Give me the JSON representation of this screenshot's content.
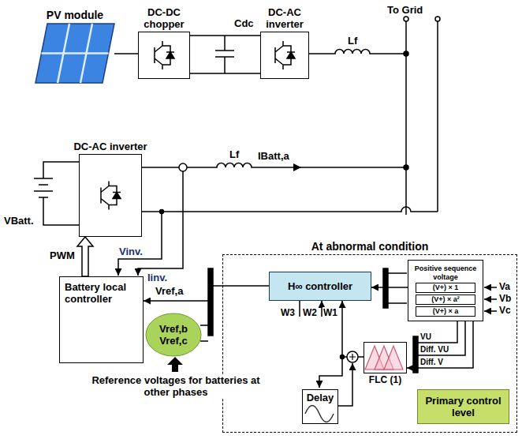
{
  "diagram": {
    "nodes": [
      {
        "text": [
          "PV module"
        ]
      },
      {
        "text": [
          "DC-DC chopper"
        ]
      },
      {
        "text": [
          "DC-AC inverter"
        ]
      },
      {
        "text": [
          "DC-AC inverter"
        ]
      },
      {
        "text": [
          "Battery local controller"
        ]
      },
      {
        "text": [
          "Vref,b",
          "Vref,c"
        ]
      },
      {
        "text": [
          "At abnormal condition"
        ]
      },
      {
        "text": [
          "H∞ controller"
        ],
        "in": 6
      },
      {
        "text": [
          "Positive sequence voltage",
          "(V+) × 1",
          "(V+) × a²",
          "(V+) × a"
        ],
        "in": 6
      },
      {
        "text": [
          "FLC (1)"
        ],
        "in": 6
      },
      {
        "text": [
          "Delay"
        ],
        "in": 6
      },
      {
        "text": [
          "Primary control level"
        ],
        "in": 6
      }
    ],
    "edges": [
      {
        "from": 0,
        "to": 1,
        "arrow": "none"
      },
      {
        "from": 1,
        "to": 2,
        "arrow": "none"
      },
      {
        "from": 4,
        "to": 3,
        "arrow": "to",
        "label": "PWM"
      },
      {
        "from": 7,
        "to": 4,
        "arrow": "to",
        "label": "Vref,a"
      },
      {
        "from": 8,
        "to": 7,
        "arrow": "to"
      },
      {
        "from": 8,
        "to": 9,
        "arrow": "to"
      },
      {
        "from": 9,
        "to": 7,
        "arrow": "to"
      }
    ],
    "labels": [
      "To Grid",
      "Cdc",
      "Lf",
      "Lf",
      "IBatt,a",
      "VBatt.",
      "Vinv.",
      "Iinv.",
      "Reference voltages for batteries at other phases",
      "W3",
      "W2",
      "W1",
      "Va",
      "Vb",
      "Vc",
      "VU",
      "Diff. VU",
      "Diff. V"
    ]
  }
}
